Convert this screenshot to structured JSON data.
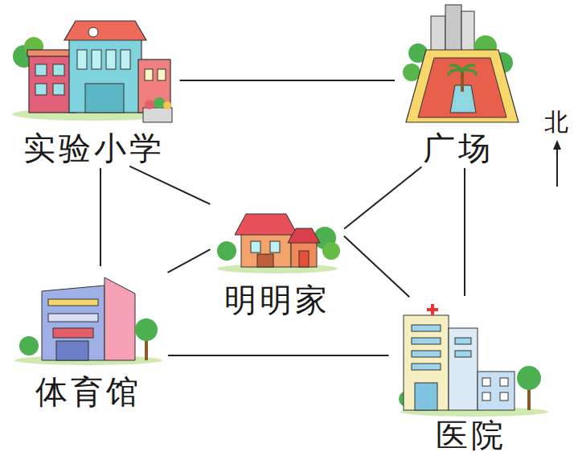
{
  "diagram": {
    "nodes": [
      {
        "text": [
          "实验小学"
        ]
      },
      {
        "text": [
          "广场"
        ]
      },
      {
        "text": [
          "明明家"
        ]
      },
      {
        "text": [
          "体育馆"
        ]
      },
      {
        "text": [
          "医院"
        ]
      }
    ],
    "edges": [
      {
        "from": 0,
        "to": 1,
        "arrow": "none"
      },
      {
        "from": 0,
        "to": 3,
        "arrow": "none"
      },
      {
        "from": 0,
        "to": 2,
        "arrow": "none"
      },
      {
        "from": 1,
        "to": 2,
        "arrow": "none"
      },
      {
        "from": 1,
        "to": 4,
        "arrow": "none"
      },
      {
        "from": 2,
        "to": 3,
        "arrow": "none"
      },
      {
        "from": 2,
        "to": 4,
        "arrow": "none"
      },
      {
        "from": 3,
        "to": 4,
        "arrow": "none"
      }
    ],
    "labels": [
      "北"
    ]
  }
}
